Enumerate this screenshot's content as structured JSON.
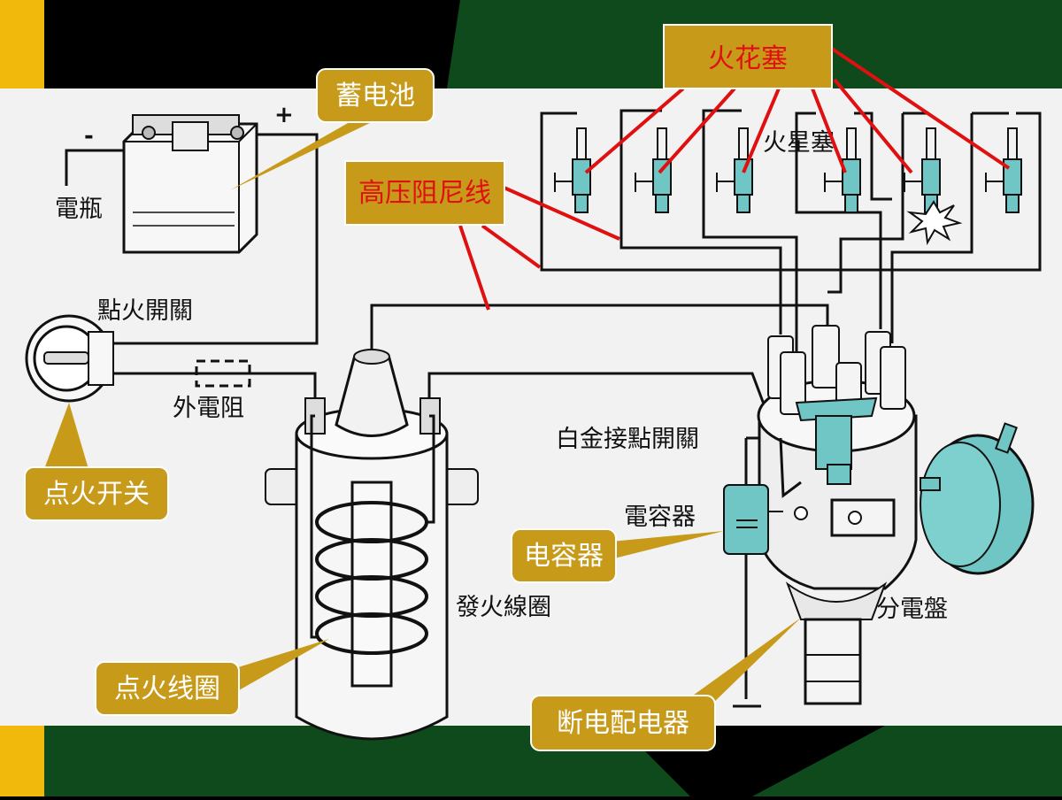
{
  "colors": {
    "callout_fill": "#c89a1a",
    "callout_stroke": "#ffffff",
    "red_line": "#e01010",
    "slide_green": "#0f4a1c",
    "slide_gold": "#f0b90b",
    "diagram_bg": "#f2f2f2",
    "part_blue": "#6fc6c4"
  },
  "callouts": {
    "spark_plug": "火花塞",
    "battery": "蓄电池",
    "hv_wire": "高压阻尼线",
    "ignition_switch": "点火开关",
    "capacitor": "电容器",
    "ignition_coil": "点火线圈",
    "distributor": "断电配电器"
  },
  "diagram_labels": {
    "battery": "電瓶",
    "plus_sign": "+",
    "minus_sign": "-",
    "ignition_switch": "點火開關",
    "resistor": "外電阻",
    "spark_plug": "火星塞",
    "breaker_points": "白金接點開關",
    "capacitor": "電容器",
    "coil": "發火線圈",
    "distributor": "分電盤"
  },
  "icons": [
    "battery-icon",
    "ignition-switch-icon",
    "ignition-coil-icon",
    "spark-plug-icon",
    "distributor-icon",
    "capacitor-icon",
    "spark-icon",
    "resistor-icon",
    "ground-icon"
  ]
}
